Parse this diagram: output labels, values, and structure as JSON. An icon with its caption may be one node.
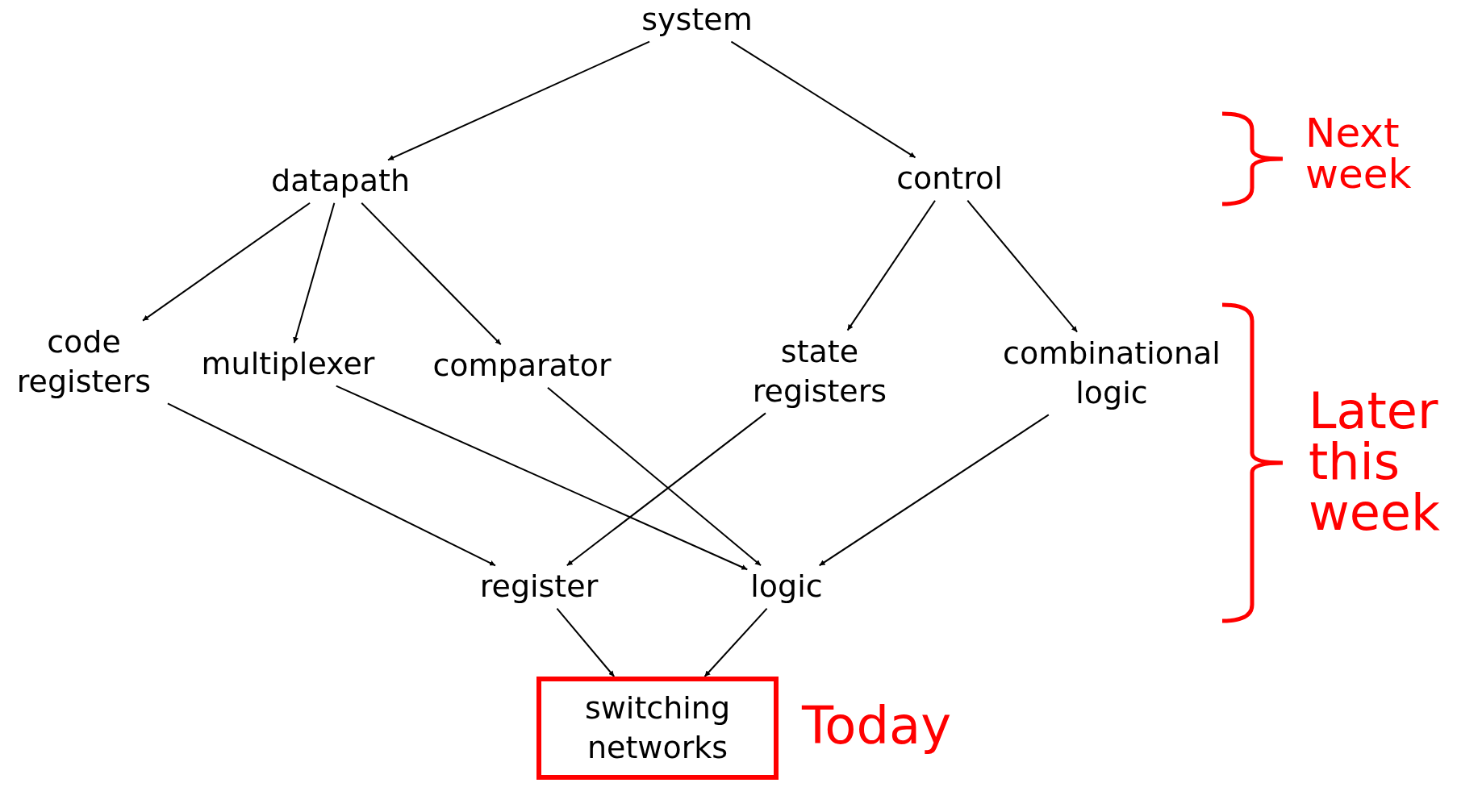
{
  "diagram": {
    "nodes": [
      {
        "text": [
          "system"
        ]
      },
      {
        "text": [
          "datapath"
        ]
      },
      {
        "text": [
          "control"
        ]
      },
      {
        "text": [
          "code registers"
        ]
      },
      {
        "text": [
          "multiplexer"
        ]
      },
      {
        "text": [
          "comparator"
        ]
      },
      {
        "text": [
          "state registers"
        ]
      },
      {
        "text": [
          "combinational logic"
        ]
      },
      {
        "text": [
          "register"
        ]
      },
      {
        "text": [
          "logic"
        ]
      },
      {
        "text": [
          "switching networks"
        ]
      }
    ],
    "edges": [
      {
        "from": 0,
        "to": 1,
        "arrow": "to"
      },
      {
        "from": 0,
        "to": 2,
        "arrow": "to"
      },
      {
        "from": 1,
        "to": 3,
        "arrow": "to"
      },
      {
        "from": 1,
        "to": 4,
        "arrow": "to"
      },
      {
        "from": 1,
        "to": 5,
        "arrow": "to"
      },
      {
        "from": 2,
        "to": 6,
        "arrow": "to"
      },
      {
        "from": 2,
        "to": 7,
        "arrow": "to"
      },
      {
        "from": 3,
        "to": 8,
        "arrow": "to"
      },
      {
        "from": 4,
        "to": 9,
        "arrow": "to"
      },
      {
        "from": 5,
        "to": 9,
        "arrow": "to"
      },
      {
        "from": 6,
        "to": 8,
        "arrow": "to"
      },
      {
        "from": 7,
        "to": 9,
        "arrow": "to"
      },
      {
        "from": 8,
        "to": 10,
        "arrow": "to"
      },
      {
        "from": 9,
        "to": 10,
        "arrow": "to"
      }
    ],
    "labels": [
      "Next week",
      "Later this week",
      "Today"
    ]
  }
}
